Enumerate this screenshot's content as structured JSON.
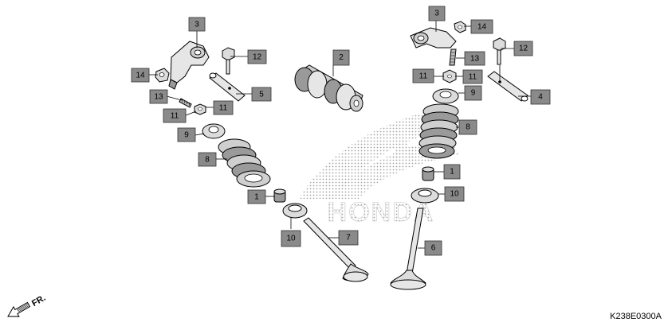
{
  "diagram_code": "K238E0300A",
  "direction_label": "FR.",
  "watermark_text": "HONDA",
  "colors": {
    "callout_fill": "#8a8a8a",
    "part_fill": "#e6e6e6",
    "part_shade": "#9a9a9a",
    "watermark": "#c8c8c8"
  },
  "callouts": [
    {
      "id": "c3a",
      "label": "3"
    },
    {
      "id": "c14a",
      "label": "14"
    },
    {
      "id": "c12a",
      "label": "12"
    },
    {
      "id": "c13a",
      "label": "13"
    },
    {
      "id": "c11a",
      "label": "11"
    },
    {
      "id": "c11b",
      "label": "11"
    },
    {
      "id": "c5",
      "label": "5"
    },
    {
      "id": "c9a",
      "label": "9"
    },
    {
      "id": "c8a",
      "label": "8"
    },
    {
      "id": "c1a",
      "label": "1"
    },
    {
      "id": "c10a",
      "label": "10"
    },
    {
      "id": "c7",
      "label": "7"
    },
    {
      "id": "c2",
      "label": "2"
    },
    {
      "id": "c3b",
      "label": "3"
    },
    {
      "id": "c14b",
      "label": "14"
    },
    {
      "id": "c12b",
      "label": "12"
    },
    {
      "id": "c13b",
      "label": "13"
    },
    {
      "id": "c11c",
      "label": "11"
    },
    {
      "id": "c11d",
      "label": "11"
    },
    {
      "id": "c4",
      "label": "4"
    },
    {
      "id": "c9b",
      "label": "9"
    },
    {
      "id": "c8b",
      "label": "8"
    },
    {
      "id": "c1b",
      "label": "1"
    },
    {
      "id": "c10b",
      "label": "10"
    },
    {
      "id": "c6",
      "label": "6"
    }
  ]
}
